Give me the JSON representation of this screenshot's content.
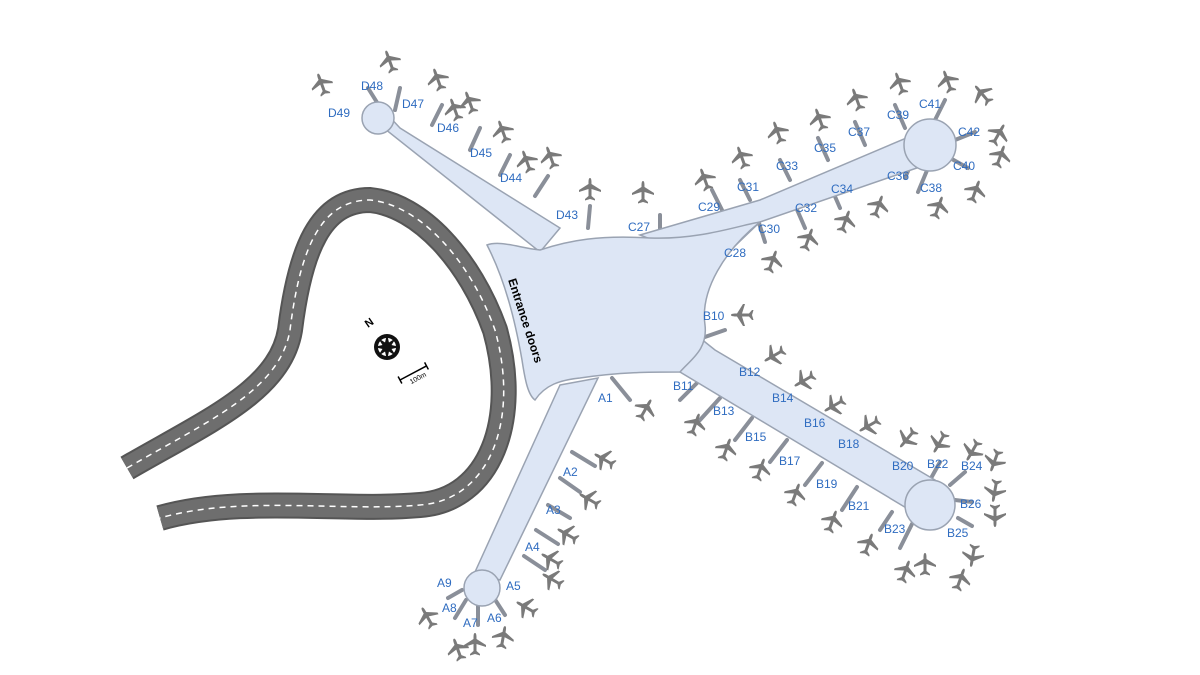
{
  "colors": {
    "terminal_fill": "#dde6f5",
    "terminal_stroke": "#9aa3b2",
    "jetway": "#8a8f99",
    "aircraft": "#7a7a7a",
    "runway": "#6e6e6e",
    "runway_edge": "#555555",
    "runway_centerline": "#ffffff",
    "gate_label": "#2f6cc0"
  },
  "labels": {
    "entrance": "Entrance doors",
    "north": "N",
    "scale": "100m"
  },
  "icons": {
    "compass": "compass-rose-icon",
    "aircraft": "airplane-icon"
  },
  "gates": [
    {
      "id": "A1"
    },
    {
      "id": "A2"
    },
    {
      "id": "A3"
    },
    {
      "id": "A4"
    },
    {
      "id": "A5"
    },
    {
      "id": "A6"
    },
    {
      "id": "A7"
    },
    {
      "id": "A8"
    },
    {
      "id": "A9"
    },
    {
      "id": "B10"
    },
    {
      "id": "B11"
    },
    {
      "id": "B12"
    },
    {
      "id": "B13"
    },
    {
      "id": "B14"
    },
    {
      "id": "B15"
    },
    {
      "id": "B16"
    },
    {
      "id": "B17"
    },
    {
      "id": "B18"
    },
    {
      "id": "B19"
    },
    {
      "id": "B20"
    },
    {
      "id": "B21"
    },
    {
      "id": "B22"
    },
    {
      "id": "B23"
    },
    {
      "id": "B24"
    },
    {
      "id": "B25"
    },
    {
      "id": "B26"
    },
    {
      "id": "C27"
    },
    {
      "id": "C28"
    },
    {
      "id": "C29"
    },
    {
      "id": "C30"
    },
    {
      "id": "C31"
    },
    {
      "id": "C32"
    },
    {
      "id": "C33"
    },
    {
      "id": "C34"
    },
    {
      "id": "C35"
    },
    {
      "id": "C36"
    },
    {
      "id": "C37"
    },
    {
      "id": "C38"
    },
    {
      "id": "C39"
    },
    {
      "id": "C40"
    },
    {
      "id": "C41"
    },
    {
      "id": "C42"
    },
    {
      "id": "D43"
    },
    {
      "id": "D44"
    },
    {
      "id": "D45"
    },
    {
      "id": "D46"
    },
    {
      "id": "D47"
    },
    {
      "id": "D48"
    },
    {
      "id": "D49"
    }
  ]
}
